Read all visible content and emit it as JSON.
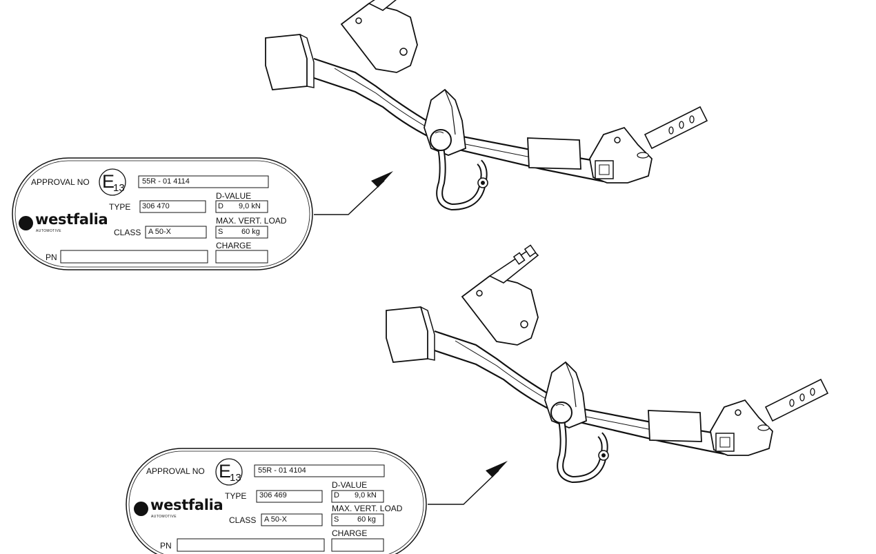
{
  "plates": [
    {
      "approval_no_label": "APPROVAL NO",
      "mark_letter": "E",
      "mark_number": "13",
      "approval_number": "55R - 01 4114",
      "type_label": "TYPE",
      "type_value": "306 470",
      "class_label": "CLASS",
      "class_value": "A 50-X",
      "pn_label": "PN",
      "d_value_label": "D-VALUE",
      "d_letter": "D",
      "d_value": "9,0 kN",
      "max_vert_load_label": "MAX. VERT. LOAD",
      "s_letter": "S",
      "s_value": "60 kg",
      "charge_label": "CHARGE",
      "brand": "westfalia",
      "brand_sub": "AUTOMOTIVE"
    },
    {
      "approval_no_label": "APPROVAL NO",
      "mark_letter": "E",
      "mark_number": "13",
      "approval_number": "55R - 01 4104",
      "type_label": "TYPE",
      "type_value": "306 469",
      "class_label": "CLASS",
      "class_value": "A 50-X",
      "pn_label": "PN",
      "d_value_label": "D-VALUE",
      "d_letter": "D",
      "d_value": "9,0 kN",
      "max_vert_load_label": "MAX. VERT. LOAD",
      "s_letter": "S",
      "s_value": "60 kg",
      "charge_label": "CHARGE",
      "brand": "westfalia",
      "brand_sub": "AUTOMOTIVE"
    }
  ],
  "drawings": [
    {
      "icon": "towbar-fixed-swan-neck-drawing"
    },
    {
      "icon": "towbar-detachable-swan-neck-drawing"
    }
  ],
  "colors": {
    "line": "#111111",
    "background": "#ffffff"
  }
}
